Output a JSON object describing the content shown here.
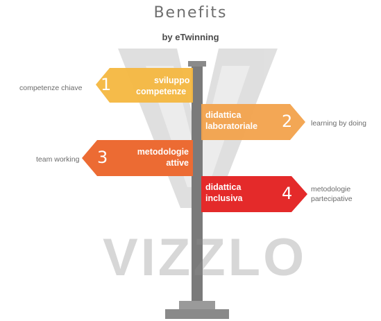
{
  "title": "Benefits",
  "subtitle": "by eTwinning",
  "watermark": "VIZZLO",
  "colors": {
    "sign1": "#f4b740",
    "sign2": "#f2a24c",
    "sign3": "#ec6b33",
    "sign4": "#e42a2a",
    "pole": "#7a7a7a"
  },
  "signs": [
    {
      "number": "1",
      "line1": "sviluppo",
      "line2": "competenze",
      "outer_label": "competenze chiave",
      "direction": "left"
    },
    {
      "number": "2",
      "line1": "didattica",
      "line2": "laboratoriale",
      "outer_label": "learning by doing",
      "direction": "right"
    },
    {
      "number": "3",
      "line1": "metodologie",
      "line2": "attive",
      "outer_label": "team working",
      "direction": "left"
    },
    {
      "number": "4",
      "line1": "didattica",
      "line2": "inclusiva",
      "outer_label_1": "metodologie",
      "outer_label_2": "partecipative",
      "direction": "right"
    }
  ]
}
